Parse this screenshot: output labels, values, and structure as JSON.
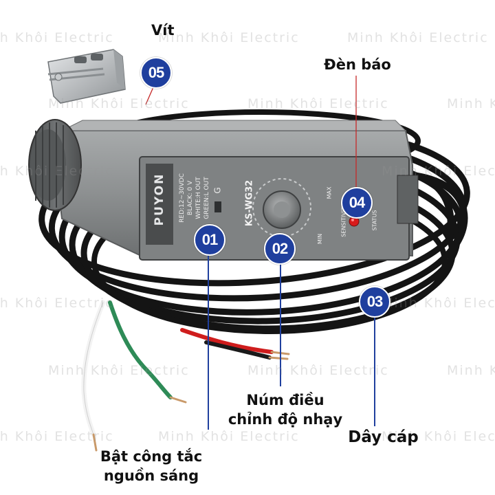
{
  "watermark_text": "Minh Khôi Electric",
  "product": {
    "brand": "PUYON",
    "model": "KS-WG32",
    "wiring_lines": [
      "RED:12~30VDC",
      "BLACK: 0 V",
      "WHITE:H OUT",
      "GREEN:L OUT"
    ],
    "side_letter": "G",
    "dial_max": "MAX",
    "dial_min": "MIN",
    "dial_caption": "SENSITIVITY",
    "status_caption": "STATUS"
  },
  "callouts": [
    {
      "number": "01",
      "label_lines": [
        "Bật công tắc",
        "nguồn sáng"
      ]
    },
    {
      "number": "02",
      "label_lines": [
        "Núm điều",
        "chỉnh độ nhạy"
      ]
    },
    {
      "number": "03",
      "label_lines": [
        "Dây cáp"
      ]
    },
    {
      "number": "04",
      "label_lines": [
        "Đèn báo"
      ]
    },
    {
      "number": "05",
      "label_lines": [
        "Vít"
      ]
    }
  ],
  "colors": {
    "badge": "#1f3f9e",
    "leader_line": "#c62828",
    "sensor_body": "#8a8d8e",
    "cable": "#141414",
    "status_led": "#d81b1b"
  }
}
